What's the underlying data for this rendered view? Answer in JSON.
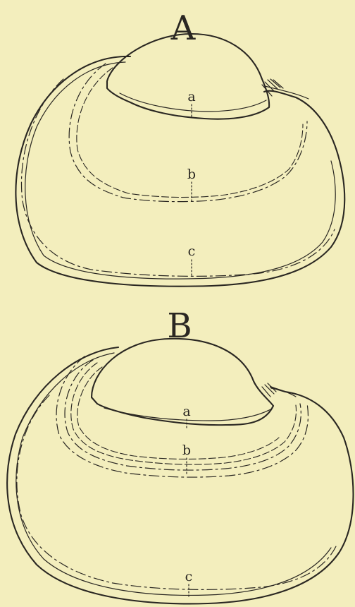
{
  "figures": [
    {
      "id": "A",
      "label": "A",
      "growth_lines": [
        "a",
        "b",
        "c"
      ]
    },
    {
      "id": "B",
      "label": "B",
      "growth_lines": [
        "a",
        "b",
        "c"
      ]
    }
  ],
  "colors": {
    "background": "#f3eebd",
    "ink": "#2a2722"
  }
}
